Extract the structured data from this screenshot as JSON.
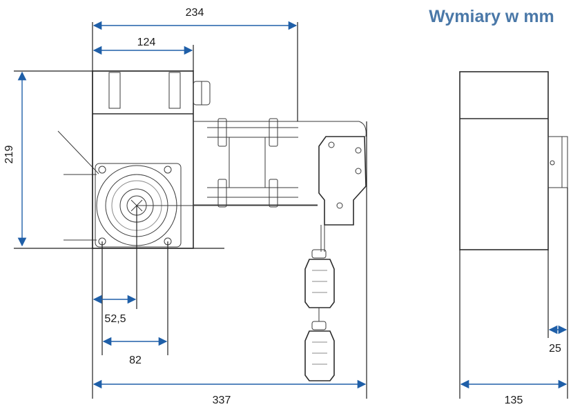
{
  "title": "Wymiary w mm",
  "colors": {
    "title": "#4a78a8",
    "dimension_line": "#1f5fa8",
    "outline": "#2b2b2b",
    "background": "#ffffff"
  },
  "dimensions": {
    "width_top": "234",
    "width_motor": "124",
    "height": "219",
    "hole_offset": "52,5",
    "hole_spacing": "82",
    "total_width": "337",
    "side_depth": "135",
    "shaft_protrusion": "25"
  }
}
